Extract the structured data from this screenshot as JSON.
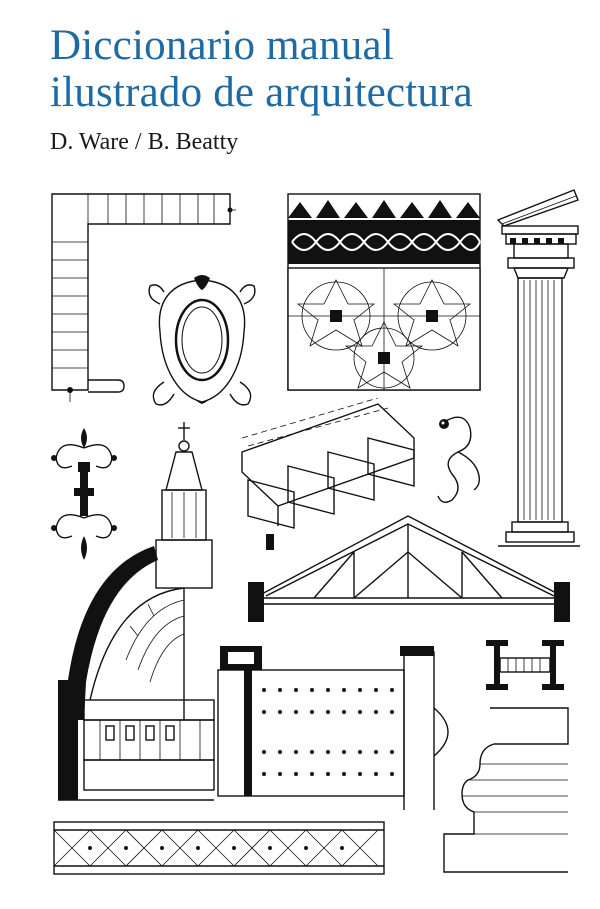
{
  "book": {
    "title_line1": "Diccionario manual",
    "title_line2": "ilustrado de arquitectura",
    "authors": "D. Ware / B. Beatty"
  },
  "colors": {
    "title": "#1f6aa5",
    "ink": "#111111",
    "background": "#ffffff"
  }
}
